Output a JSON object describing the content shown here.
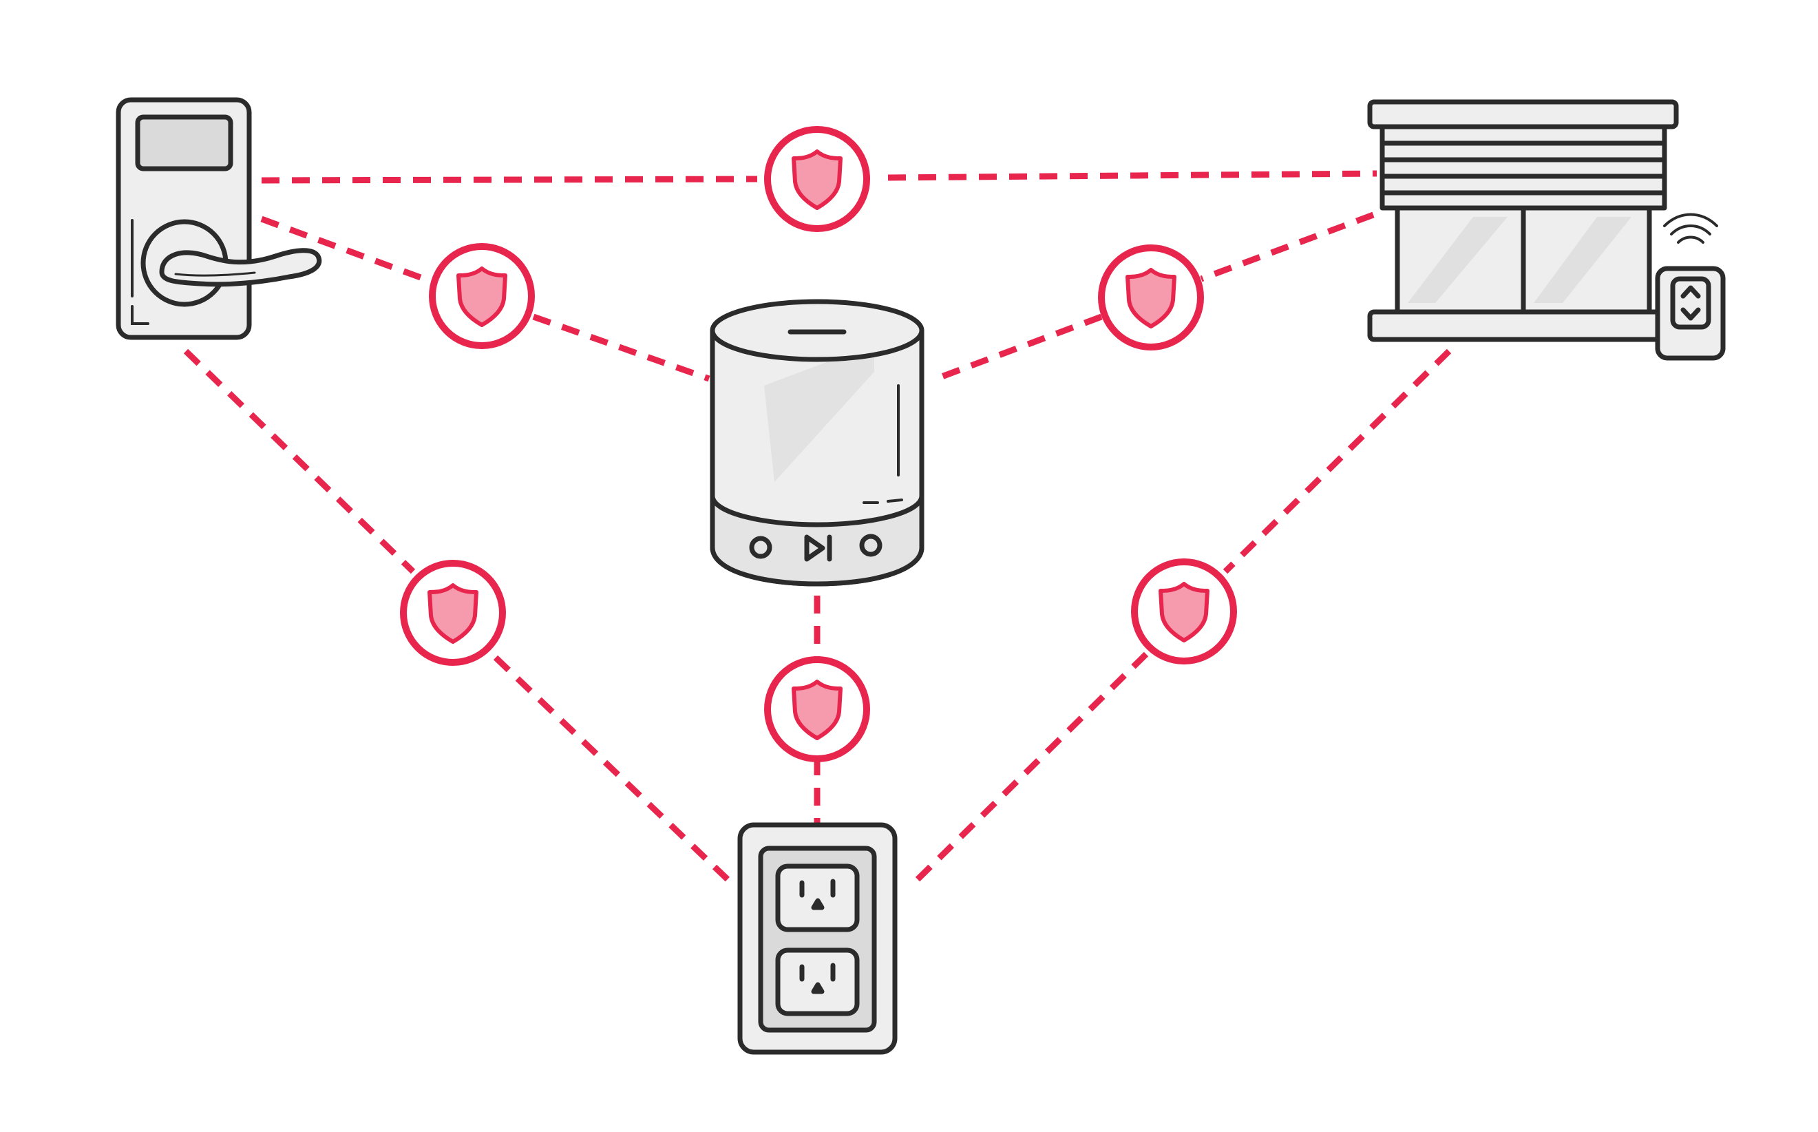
{
  "colors": {
    "accent": "#E8264D",
    "accent_fill": "#F59BAD",
    "outline": "#2B2B2B",
    "device_fill": "#EEEEEE",
    "device_shade": "#DADADA",
    "background": "#FFFFFF"
  },
  "devices": [
    {
      "id": "smart-lock",
      "icon": "door-lock-icon"
    },
    {
      "id": "smart-speaker",
      "icon": "speaker-icon"
    },
    {
      "id": "garage-door",
      "icon": "garage-door-icon"
    },
    {
      "id": "garage-remote",
      "icon": "wireless-remote-icon"
    },
    {
      "id": "smart-outlet",
      "icon": "power-outlet-icon"
    }
  ],
  "connections": [
    {
      "from": "smart-lock",
      "to": "garage-door",
      "icon": "shield-icon"
    },
    {
      "from": "smart-lock",
      "to": "smart-speaker",
      "icon": "shield-icon"
    },
    {
      "from": "garage-door",
      "to": "smart-speaker",
      "icon": "shield-icon"
    },
    {
      "from": "smart-lock",
      "to": "smart-outlet",
      "icon": "shield-icon"
    },
    {
      "from": "garage-door",
      "to": "smart-outlet",
      "icon": "shield-icon"
    },
    {
      "from": "smart-speaker",
      "to": "smart-outlet",
      "icon": "shield-icon"
    }
  ]
}
